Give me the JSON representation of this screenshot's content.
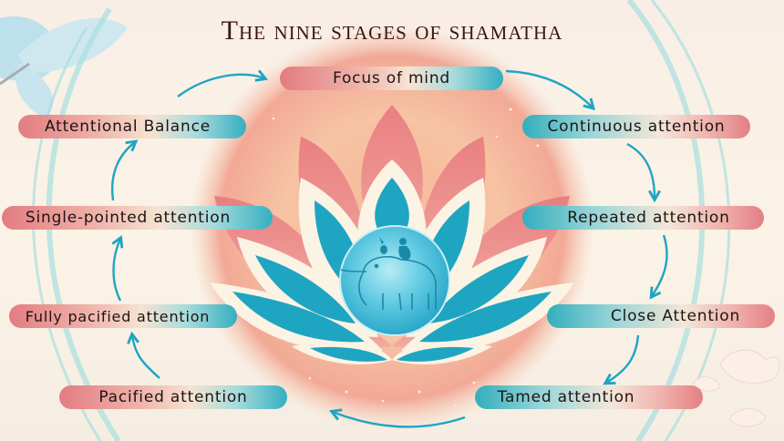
{
  "title": "The nine stages of shamatha",
  "colors": {
    "accent_teal": "#1ea5c2",
    "accent_coral": "#e37c80",
    "title_text": "#3a1616",
    "background": "#f8eee6"
  },
  "center_image": {
    "description": "Lotus with elephant and monkey in a teal orb",
    "icons": [
      "lotus-icon",
      "elephant-icon",
      "monkey-icon"
    ]
  },
  "stages": [
    {
      "order": 1,
      "label": "Focus of mind"
    },
    {
      "order": 2,
      "label": "Continuous attention"
    },
    {
      "order": 3,
      "label": "Repeated attention"
    },
    {
      "order": 4,
      "label": "Close Attention"
    },
    {
      "order": 5,
      "label": "Tamed attention"
    },
    {
      "order": 6,
      "label": "Pacified attention"
    },
    {
      "order": 7,
      "label": "Fully pacified attention"
    },
    {
      "order": 8,
      "label": "Single-pointed attention"
    },
    {
      "order": 9,
      "label": "Attentional Balance"
    }
  ]
}
